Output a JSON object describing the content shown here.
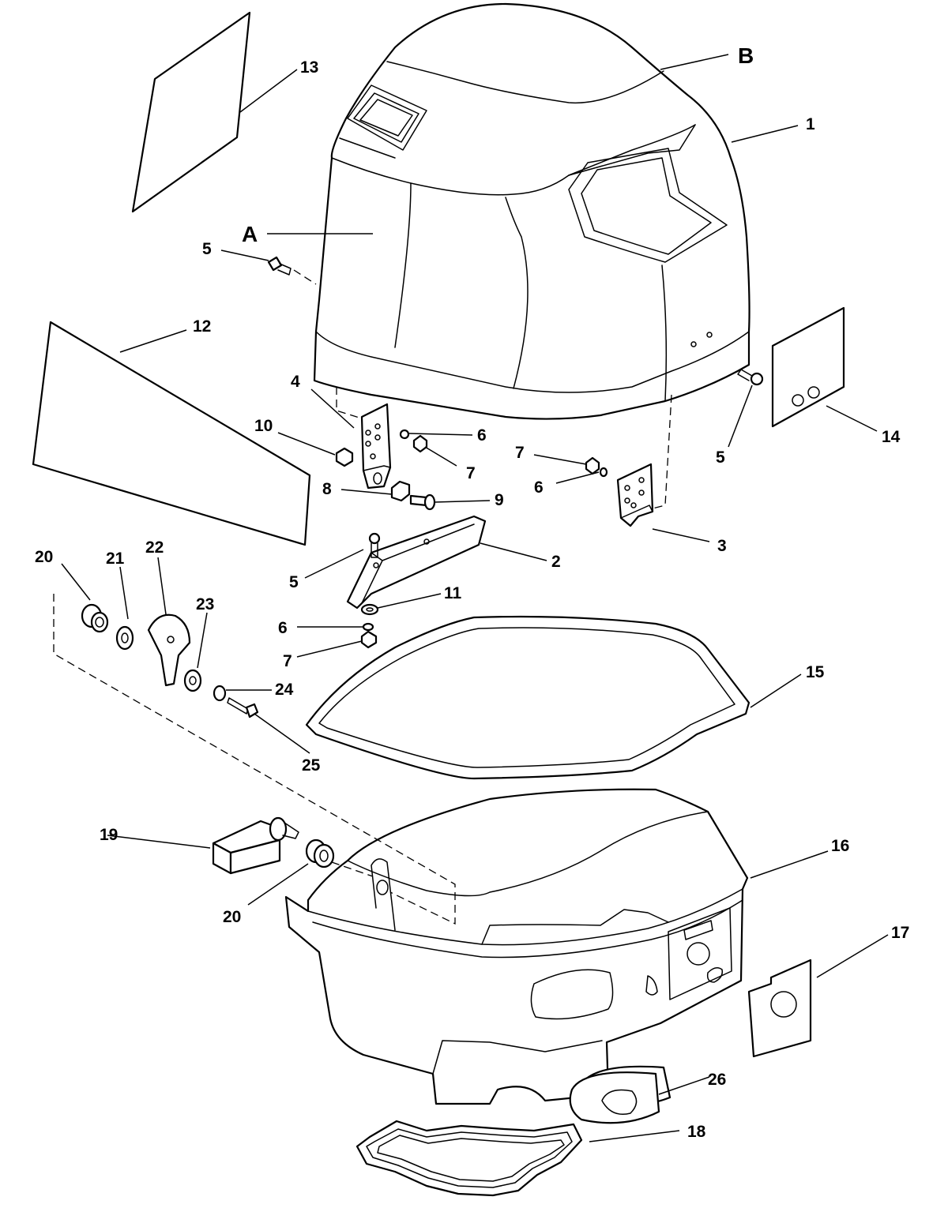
{
  "callouts": {
    "c1": "1",
    "c2": "2",
    "c3": "3",
    "c4": "4",
    "c5a": "5",
    "c5b": "5",
    "c5c": "5",
    "c6a": "6",
    "c6b": "6",
    "c6c": "6",
    "c7a": "7",
    "c7b": "7",
    "c7c": "7",
    "c8": "8",
    "c9": "9",
    "c10": "10",
    "c11": "11",
    "c12": "12",
    "c13": "13",
    "c14": "14",
    "c15": "15",
    "c16": "16",
    "c17": "17",
    "c18": "18",
    "c19": "19",
    "c20a": "20",
    "c20b": "20",
    "c21": "21",
    "c22": "22",
    "c23": "23",
    "c24": "24",
    "c25": "25",
    "c26": "26",
    "A": "A",
    "B": "B"
  },
  "colors": {
    "ink": "#000000",
    "paper": "#ffffff"
  }
}
